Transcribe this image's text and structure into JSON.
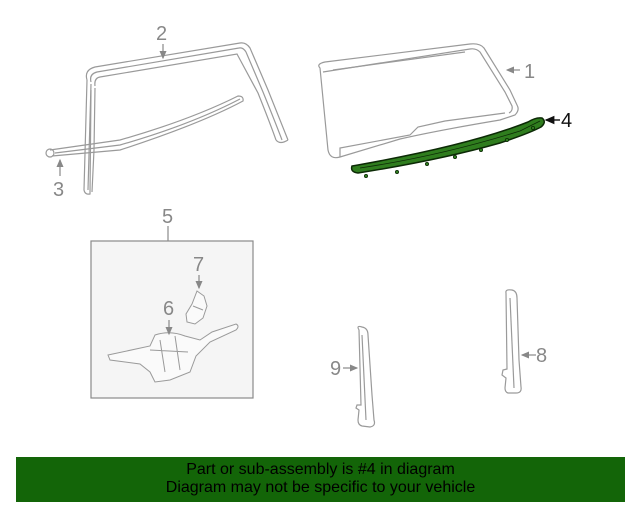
{
  "diagram": {
    "highlighted_part": "4",
    "colors": {
      "outline": "#9a9a9a",
      "highlight_fill": "#2f7d1e",
      "highlight_stroke": "#0c2a06",
      "box_fill": "#f5f5f5",
      "box_stroke": "#8a8a8a"
    },
    "callouts": [
      {
        "id": "1",
        "label": "1"
      },
      {
        "id": "2",
        "label": "2"
      },
      {
        "id": "3",
        "label": "3"
      },
      {
        "id": "4",
        "label": "4"
      },
      {
        "id": "5",
        "label": "5"
      },
      {
        "id": "6",
        "label": "6"
      },
      {
        "id": "7",
        "label": "7"
      },
      {
        "id": "8",
        "label": "8"
      },
      {
        "id": "9",
        "label": "9"
      }
    ]
  },
  "banner": {
    "line1": "Part or sub-assembly is #4 in diagram",
    "line2": "Diagram may not be specific to your vehicle",
    "background": "#136508"
  }
}
